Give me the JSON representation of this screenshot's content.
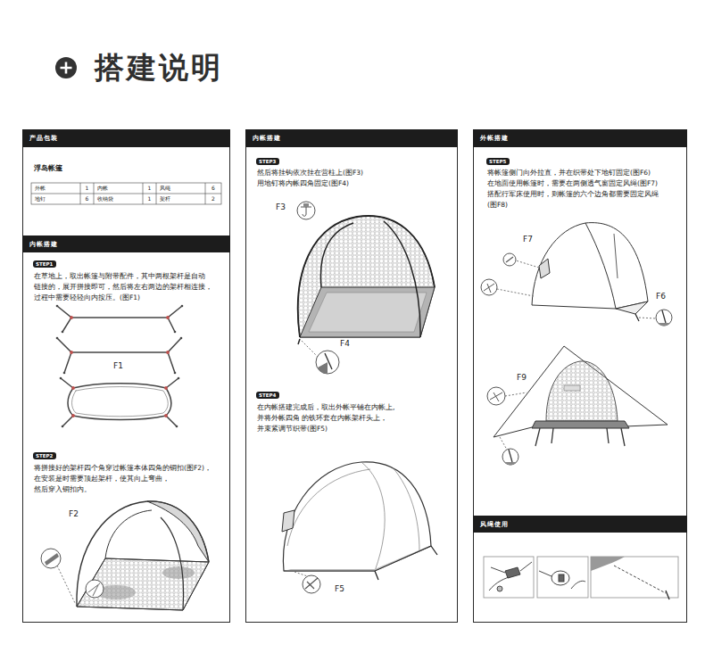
{
  "diagram": {
    "title": "搭建说明",
    "nodes": [
      {
        "text": [
          "浮岛帐篷",
          "在草地上，取出帐篷与附带配件，其中两根架杆是自动 链接的，展开拼接即可，然后将左右两边的架杆相连接， 过程中需要轻轻向内按压。(图F1)",
          "将拼接好的架杆四个角穿过帐篷本体四角的铜扣(图F2)， 在安装是时需要顶起架杆，使其向上弯曲，然后穿入铜扣内。"
        ]
      },
      {
        "text": [
          "产品包装"
        ],
        "in": 0
      },
      {
        "text": [
          "内帐搭建"
        ],
        "in": 0
      },
      {
        "text": [
          "STEP1"
        ],
        "in": 0
      },
      {
        "text": [
          "STEP2"
        ],
        "in": 0
      },
      {
        "text": [
          "然后将挂钩依次挂在营柱上(图F3) 用地钉将内帐四角固定(图F4)",
          "在内帐搭建完成后，取出外帐平铺在内帐上,并将外帐四角 的铁环套在内帐架杆头上，并束紧调节织带(图F5)"
        ]
      },
      {
        "text": [
          "内帐搭建"
        ],
        "in": 5
      },
      {
        "text": [
          "STEP3"
        ],
        "in": 5
      },
      {
        "text": [
          "STEP4"
        ],
        "in": 5
      },
      {
        "text": [
          "将帐篷侧门向外拉直，并在织带处下地钉固定(图F6) 在地面使用帐篷时，需要在两侧透气窗固定风绳(图F7) 搭配行军床使用时，则帐篷的六个边角都需要固定风绳(图F8)"
        ]
      },
      {
        "text": [
          "外帐搭建"
        ],
        "in": 9
      },
      {
        "text": [
          "STEP5"
        ],
        "in": 9
      },
      {
        "text": [
          "风绳使用"
        ],
        "in": 9
      }
    ],
    "labels": [
      "外帐",
      "1",
      "内帐",
      "1",
      "风绳",
      "6",
      "地钉",
      "6",
      "收纳袋",
      "1",
      "架杆",
      "2",
      "F1",
      "F2",
      "F3",
      "F4",
      "F5",
      "F7",
      "F6",
      "F9"
    ]
  }
}
